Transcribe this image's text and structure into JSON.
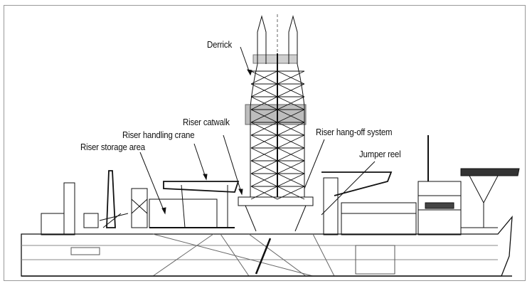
{
  "diagram": {
    "labels": {
      "derrick": "Derrick",
      "riser_catwalk": "Riser catwalk",
      "riser_handling_crane": "Riser handling crane",
      "riser_storage_area": "Riser storage area",
      "riser_hang_off_system": "Riser hang-off system",
      "jumper_reel": "Jumper reel"
    },
    "colors": {
      "line": "#111111",
      "frame": "#9a9a9a",
      "shade": "#bdbdbd"
    }
  }
}
